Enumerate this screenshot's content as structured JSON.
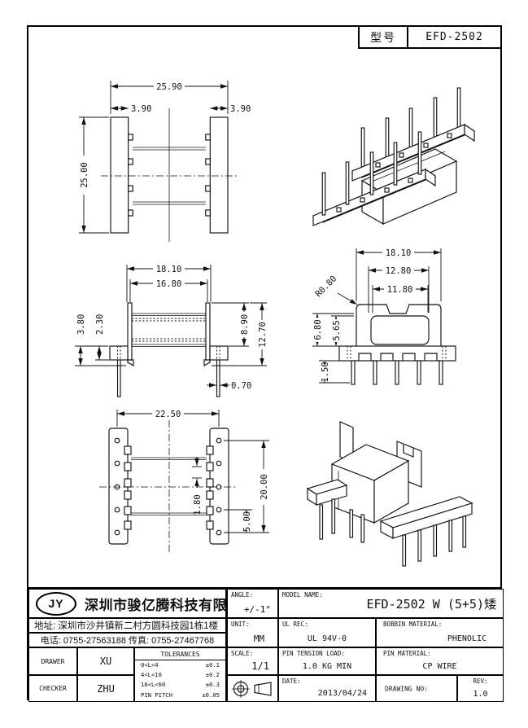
{
  "sheet": {
    "model_label": "型号",
    "model_value": "EFD-2502"
  },
  "views": {
    "top": {
      "overall": "25.90",
      "flange_left": "3.90",
      "flange_right": "3.90",
      "height": "25.00"
    },
    "front": {
      "overall": "18.10",
      "window": "16.80",
      "left_outer": "3.80",
      "left_inner": "2.30",
      "right_inner": "8.90",
      "right_outer": "12.70",
      "pin_width": "0.70"
    },
    "side": {
      "overall": "18.10",
      "step_outer": "12.80",
      "step_inner": "11.80",
      "corner_radius": "R0.80",
      "height_outer": "6.80",
      "height_inner": "5.65",
      "standoff": "1.50"
    },
    "bottom": {
      "overall": "22.50",
      "pitch": "1.80",
      "pin_row_a": "5.00",
      "pin_row_b": "20.00"
    }
  },
  "company": {
    "logo": "JY",
    "name": "深圳市骏亿腾科技有限公司",
    "address": "地址: 深圳市沙井镇新二村方圆科技园1栋1楼",
    "phone": "电话: 0755-27563188  传真: 0755-27467768"
  },
  "roles": {
    "drawer_label": "DRAWER",
    "drawer": "XU",
    "checker_label": "CHECKER",
    "checker": "ZHU"
  },
  "tolerances": {
    "title": "TOLERANCES",
    "r1l": "0<L<4",
    "r1v": "±0.1",
    "r2l": "4<L<16",
    "r2v": "±0.2",
    "r3l": "16<L<60",
    "r3v": "±0.3",
    "r4l": "PIN PITCH",
    "r4v": "±0.05"
  },
  "specs": {
    "angle_label": "ANGLE:",
    "angle": "+/-1°",
    "model_label": "MODEL NAME:",
    "model": "EFD-2502 W (5+5)矮",
    "unit_label": "UNIT:",
    "unit": "MM",
    "ul_label": "UL REC:",
    "ul": "UL 94V-0",
    "bobbin_label": "BOBBIN MATERIAL:",
    "bobbin": "PHENOLIC",
    "scale_label": "SCALE:",
    "scale": "1/1",
    "tension_label": "PIN TENSION LOAD:",
    "tension": "1.0 KG MIN",
    "pinmat_label": "PIN MATERIAL:",
    "pinmat": "CP WIRE",
    "date_label": "DATE:",
    "date": "2013/04/24",
    "drawno_label": "DRAWING NO:",
    "rev_label": "REV:",
    "rev": "1.0"
  }
}
